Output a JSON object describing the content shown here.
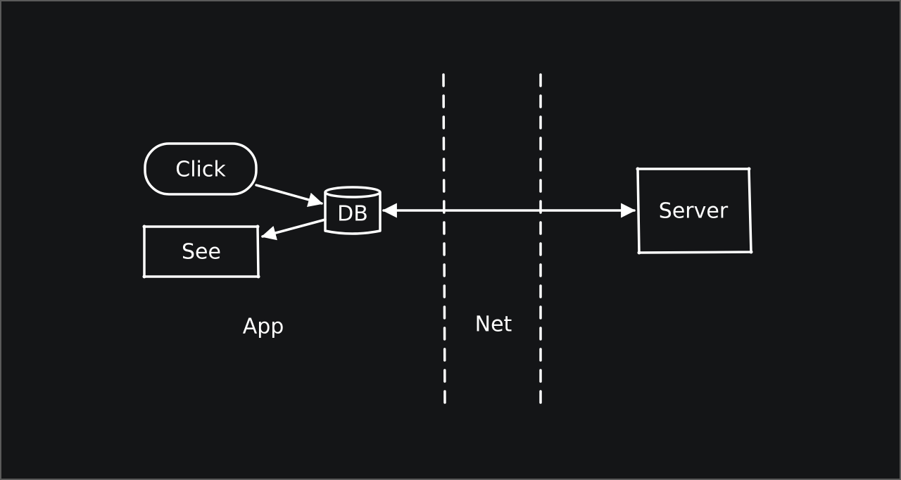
{
  "diagram": {
    "nodes": {
      "click": "Click",
      "see": "See",
      "db": "DB",
      "server": "Server"
    },
    "zones": {
      "app": "App",
      "net": "Net"
    },
    "colors": {
      "background": "#141517",
      "stroke": "#ffffff",
      "text": "#ffffff",
      "frame": "#5a5a5a"
    }
  }
}
